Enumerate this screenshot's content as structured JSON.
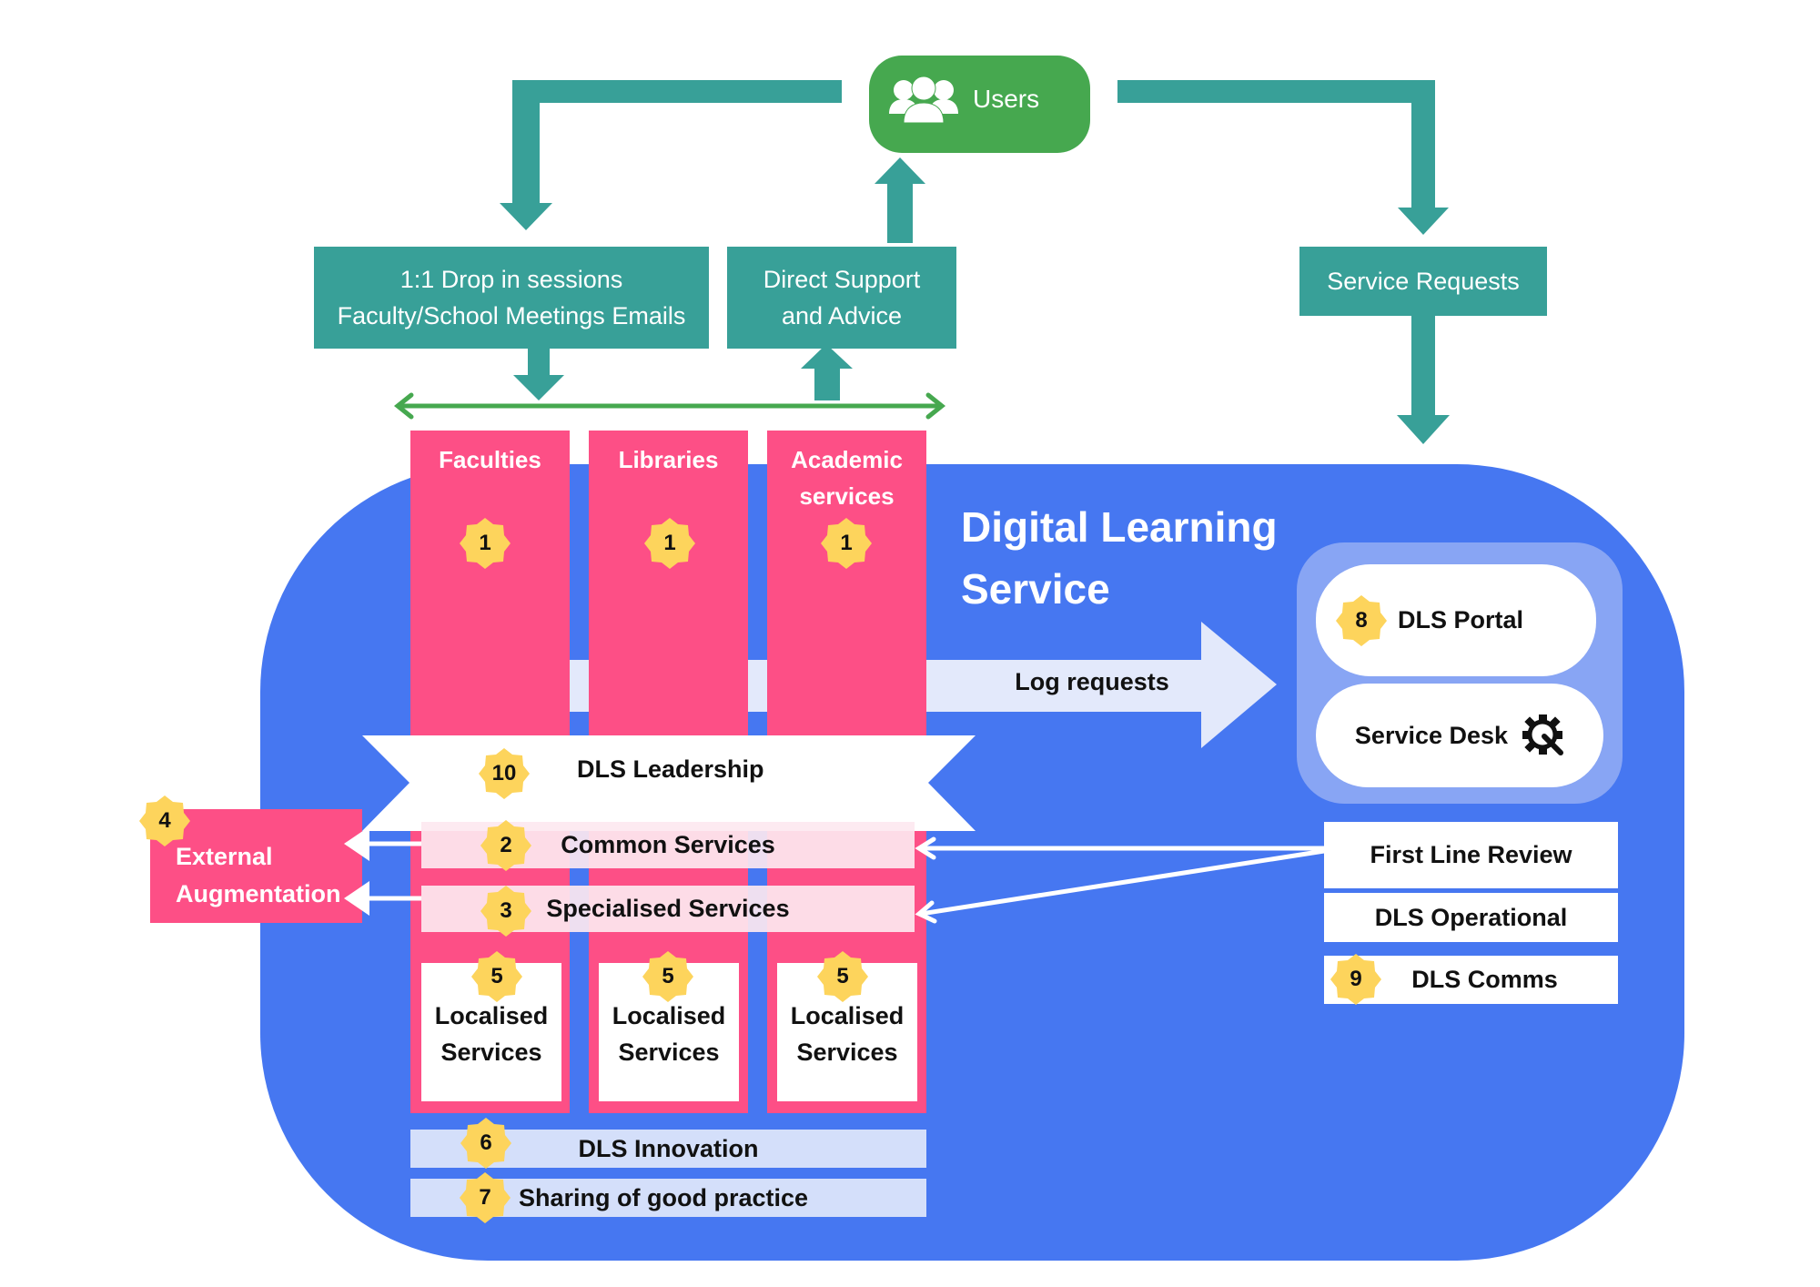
{
  "colors": {
    "teal": "#38a098",
    "green": "#46a84f",
    "blue": "#4677f1",
    "light_blue": "#88a5f4",
    "pink": "#fd4f86",
    "badge_yellow": "#fdd45c",
    "band_light": "#e8eefb"
  },
  "users": {
    "label": "Users",
    "icon": "users-group-icon"
  },
  "channels": {
    "drop_in": "1:1 Drop in sessions\nFaculty/School Meetings Emails",
    "direct_support": "Direct Support\nand Advice",
    "service_requests": "Service Requests"
  },
  "dls": {
    "title": "Digital Learning\nService",
    "log_requests": "Log requests"
  },
  "columns": [
    {
      "label": "Faculties",
      "badge": "1"
    },
    {
      "label": "Libraries",
      "badge": "1"
    },
    {
      "label": "Academic\nservices",
      "badge": "1"
    }
  ],
  "leadership": {
    "label": "DLS Leadership",
    "badge": "10"
  },
  "common_services": {
    "label": "Common Services",
    "badge": "2"
  },
  "specialised_services": {
    "label": "Specialised Services",
    "badge": "3"
  },
  "external": {
    "label": "External\nAugmentation",
    "badge": "4"
  },
  "localised": [
    {
      "label": "Localised\nServices",
      "badge": "5"
    },
    {
      "label": "Localised\nServices",
      "badge": "5"
    },
    {
      "label": "Localised\nServices",
      "badge": "5"
    }
  ],
  "innovation": {
    "label": "DLS Innovation",
    "badge": "6"
  },
  "sharing": {
    "label": "Sharing of good practice",
    "badge": "7"
  },
  "portal": {
    "label": "DLS Portal",
    "badge": "8"
  },
  "service_desk": {
    "label": "Service Desk",
    "icon": "gear-wrench-icon"
  },
  "right_stack": {
    "first_line": "First Line Review",
    "operational": "DLS Operational",
    "comms": {
      "label": "DLS Comms",
      "badge": "9"
    }
  }
}
